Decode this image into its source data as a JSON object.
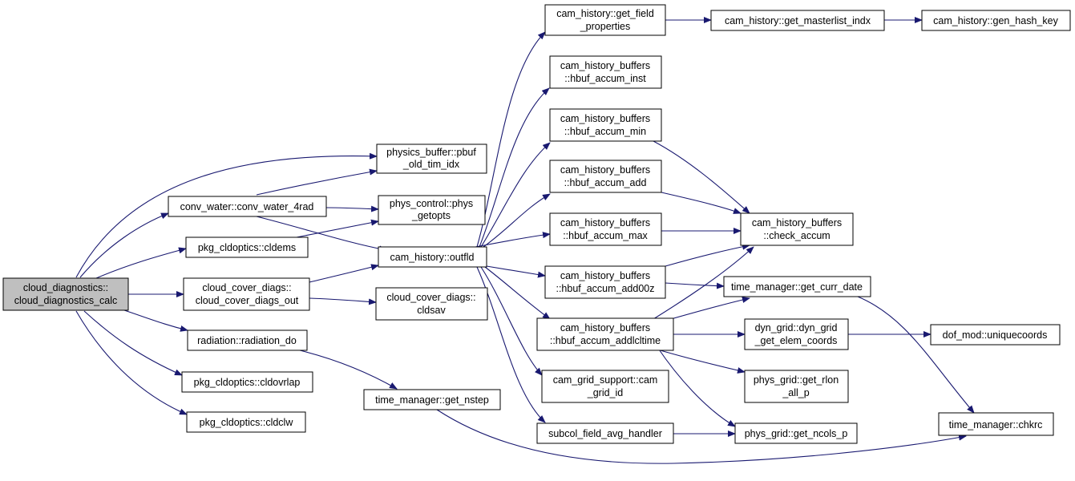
{
  "graph": {
    "edge_color": "#191970",
    "root_fill": "#bfbfbf",
    "nodes": {
      "root": {
        "line1": "cloud_diagnostics::",
        "line2": "cloud_diagnostics_calc"
      },
      "pbuf_old": {
        "line1": "physics_buffer::pbuf",
        "line2": "_old_tim_idx"
      },
      "conv_water": {
        "line1": "conv_water::conv_water_4rad"
      },
      "phys_getopts": {
        "line1": "phys_control::phys",
        "line2": "_getopts"
      },
      "cldems": {
        "line1": "pkg_cldoptics::cldems"
      },
      "outfld": {
        "line1": "cam_history::outfld"
      },
      "cover_out": {
        "line1": "cloud_cover_diags::",
        "line2": "cloud_cover_diags_out"
      },
      "cldsav": {
        "line1": "cloud_cover_diags::",
        "line2": "cldsav"
      },
      "radiation_do": {
        "line1": "radiation::radiation_do"
      },
      "cldovrlap": {
        "line1": "pkg_cldoptics::cldovrlap"
      },
      "get_nstep": {
        "line1": "time_manager::get_nstep"
      },
      "cldclw": {
        "line1": "pkg_cldoptics::cldclw"
      },
      "get_field_props": {
        "line1": "cam_history::get_field",
        "line2": "_properties"
      },
      "hbuf_inst": {
        "line1": "cam_history_buffers",
        "line2": "::hbuf_accum_inst"
      },
      "hbuf_min": {
        "line1": "cam_history_buffers",
        "line2": "::hbuf_accum_min"
      },
      "hbuf_add": {
        "line1": "cam_history_buffers",
        "line2": "::hbuf_accum_add"
      },
      "hbuf_max": {
        "line1": "cam_history_buffers",
        "line2": "::hbuf_accum_max"
      },
      "hbuf_add00z": {
        "line1": "cam_history_buffers",
        "line2": "::hbuf_accum_add00z"
      },
      "hbuf_addlcl": {
        "line1": "cam_history_buffers",
        "line2": "::hbuf_accum_addlcltime"
      },
      "cam_grid_id": {
        "line1": "cam_grid_support::cam",
        "line2": "_grid_id"
      },
      "subcol": {
        "line1": "subcol_field_avg_handler"
      },
      "masterlist": {
        "line1": "cam_history::get_masterlist_indx"
      },
      "hash_key": {
        "line1": "cam_history::gen_hash_key"
      },
      "check_accum": {
        "line1": "cam_history_buffers",
        "line2": "::check_accum"
      },
      "curr_date": {
        "line1": "time_manager::get_curr_date"
      },
      "elem_coords": {
        "line1": "dyn_grid::dyn_grid",
        "line2": "_get_elem_coords"
      },
      "get_rlon": {
        "line1": "phys_grid::get_rlon",
        "line2": "_all_p"
      },
      "get_ncols": {
        "line1": "phys_grid::get_ncols_p"
      },
      "uniquecoords": {
        "line1": "dof_mod::uniquecoords"
      },
      "chkrc": {
        "line1": "time_manager::chkrc"
      }
    }
  }
}
